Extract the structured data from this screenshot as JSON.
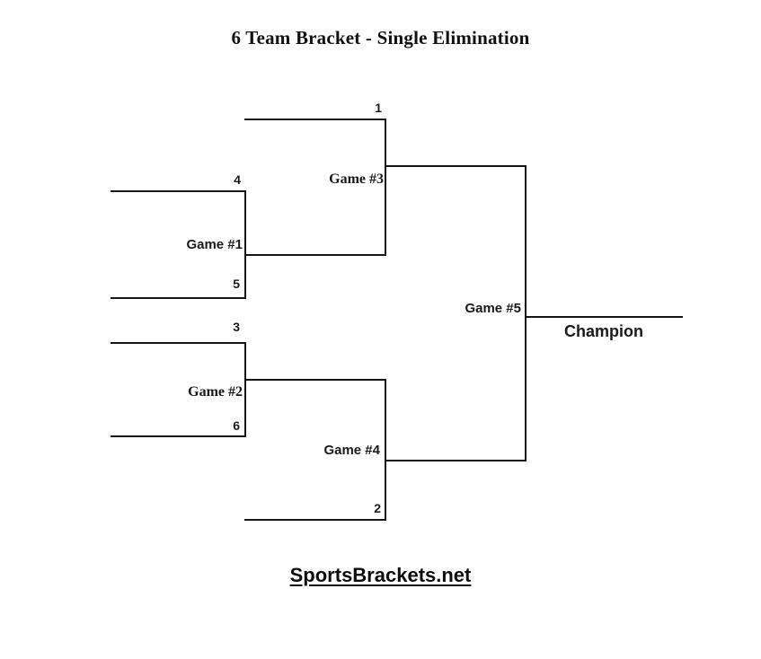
{
  "page": {
    "title": "6 Team Bracket - Single Elimination",
    "footer_site": "SportsBrackets.net"
  },
  "colors": {
    "line": "#161616",
    "text": "#1a1a1a",
    "background": "#ffffff"
  },
  "bracket": {
    "champion_label": "Champion",
    "games": [
      {
        "label": "Game #1",
        "top_seed": "4",
        "bottom_seed": "5"
      },
      {
        "label": "Game #2",
        "top_seed": "3",
        "bottom_seed": "6"
      },
      {
        "label": "Game #3",
        "top_seed": "1"
      },
      {
        "label": "Game #4",
        "bottom_seed": "2"
      },
      {
        "label": "Game #5"
      }
    ]
  }
}
